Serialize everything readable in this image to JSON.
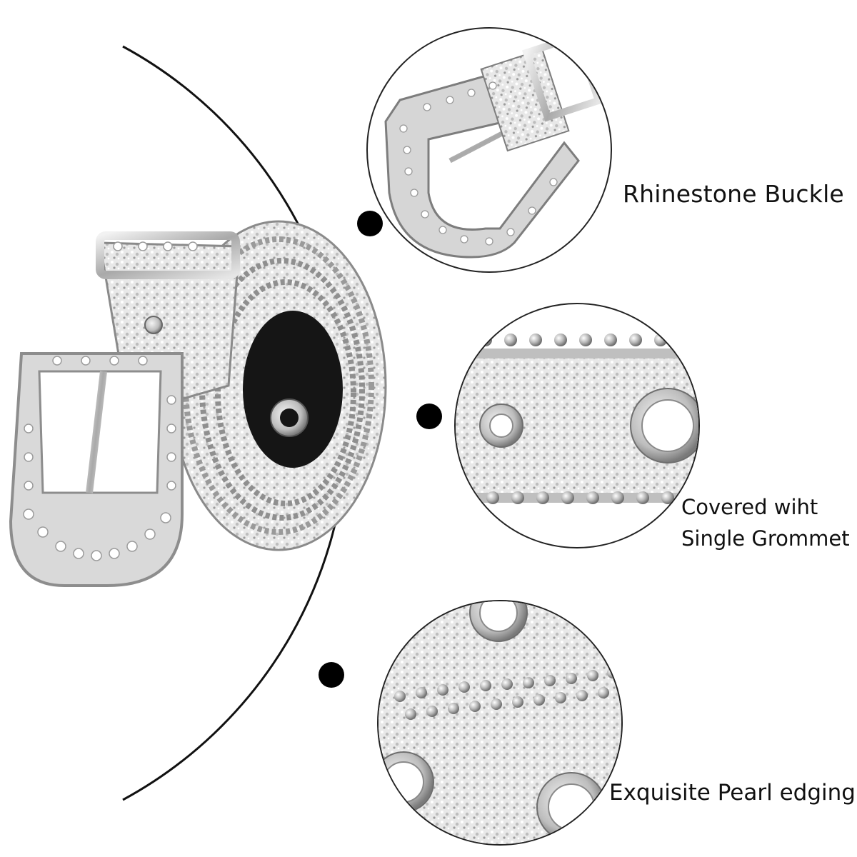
{
  "features": [
    {
      "id": "buckle",
      "lines": [
        "Rhinestone Buckle"
      ]
    },
    {
      "id": "grommet",
      "lines": [
        "Covered wiht",
        "Single Grommet"
      ]
    },
    {
      "id": "pearl",
      "lines": [
        "Exquisite Pearl edging"
      ]
    }
  ],
  "colors": {
    "line": "#111111",
    "dot": "#000000",
    "metal": "#c8c8c8",
    "glitter": "#e4e4e4",
    "leather": "#151515"
  }
}
